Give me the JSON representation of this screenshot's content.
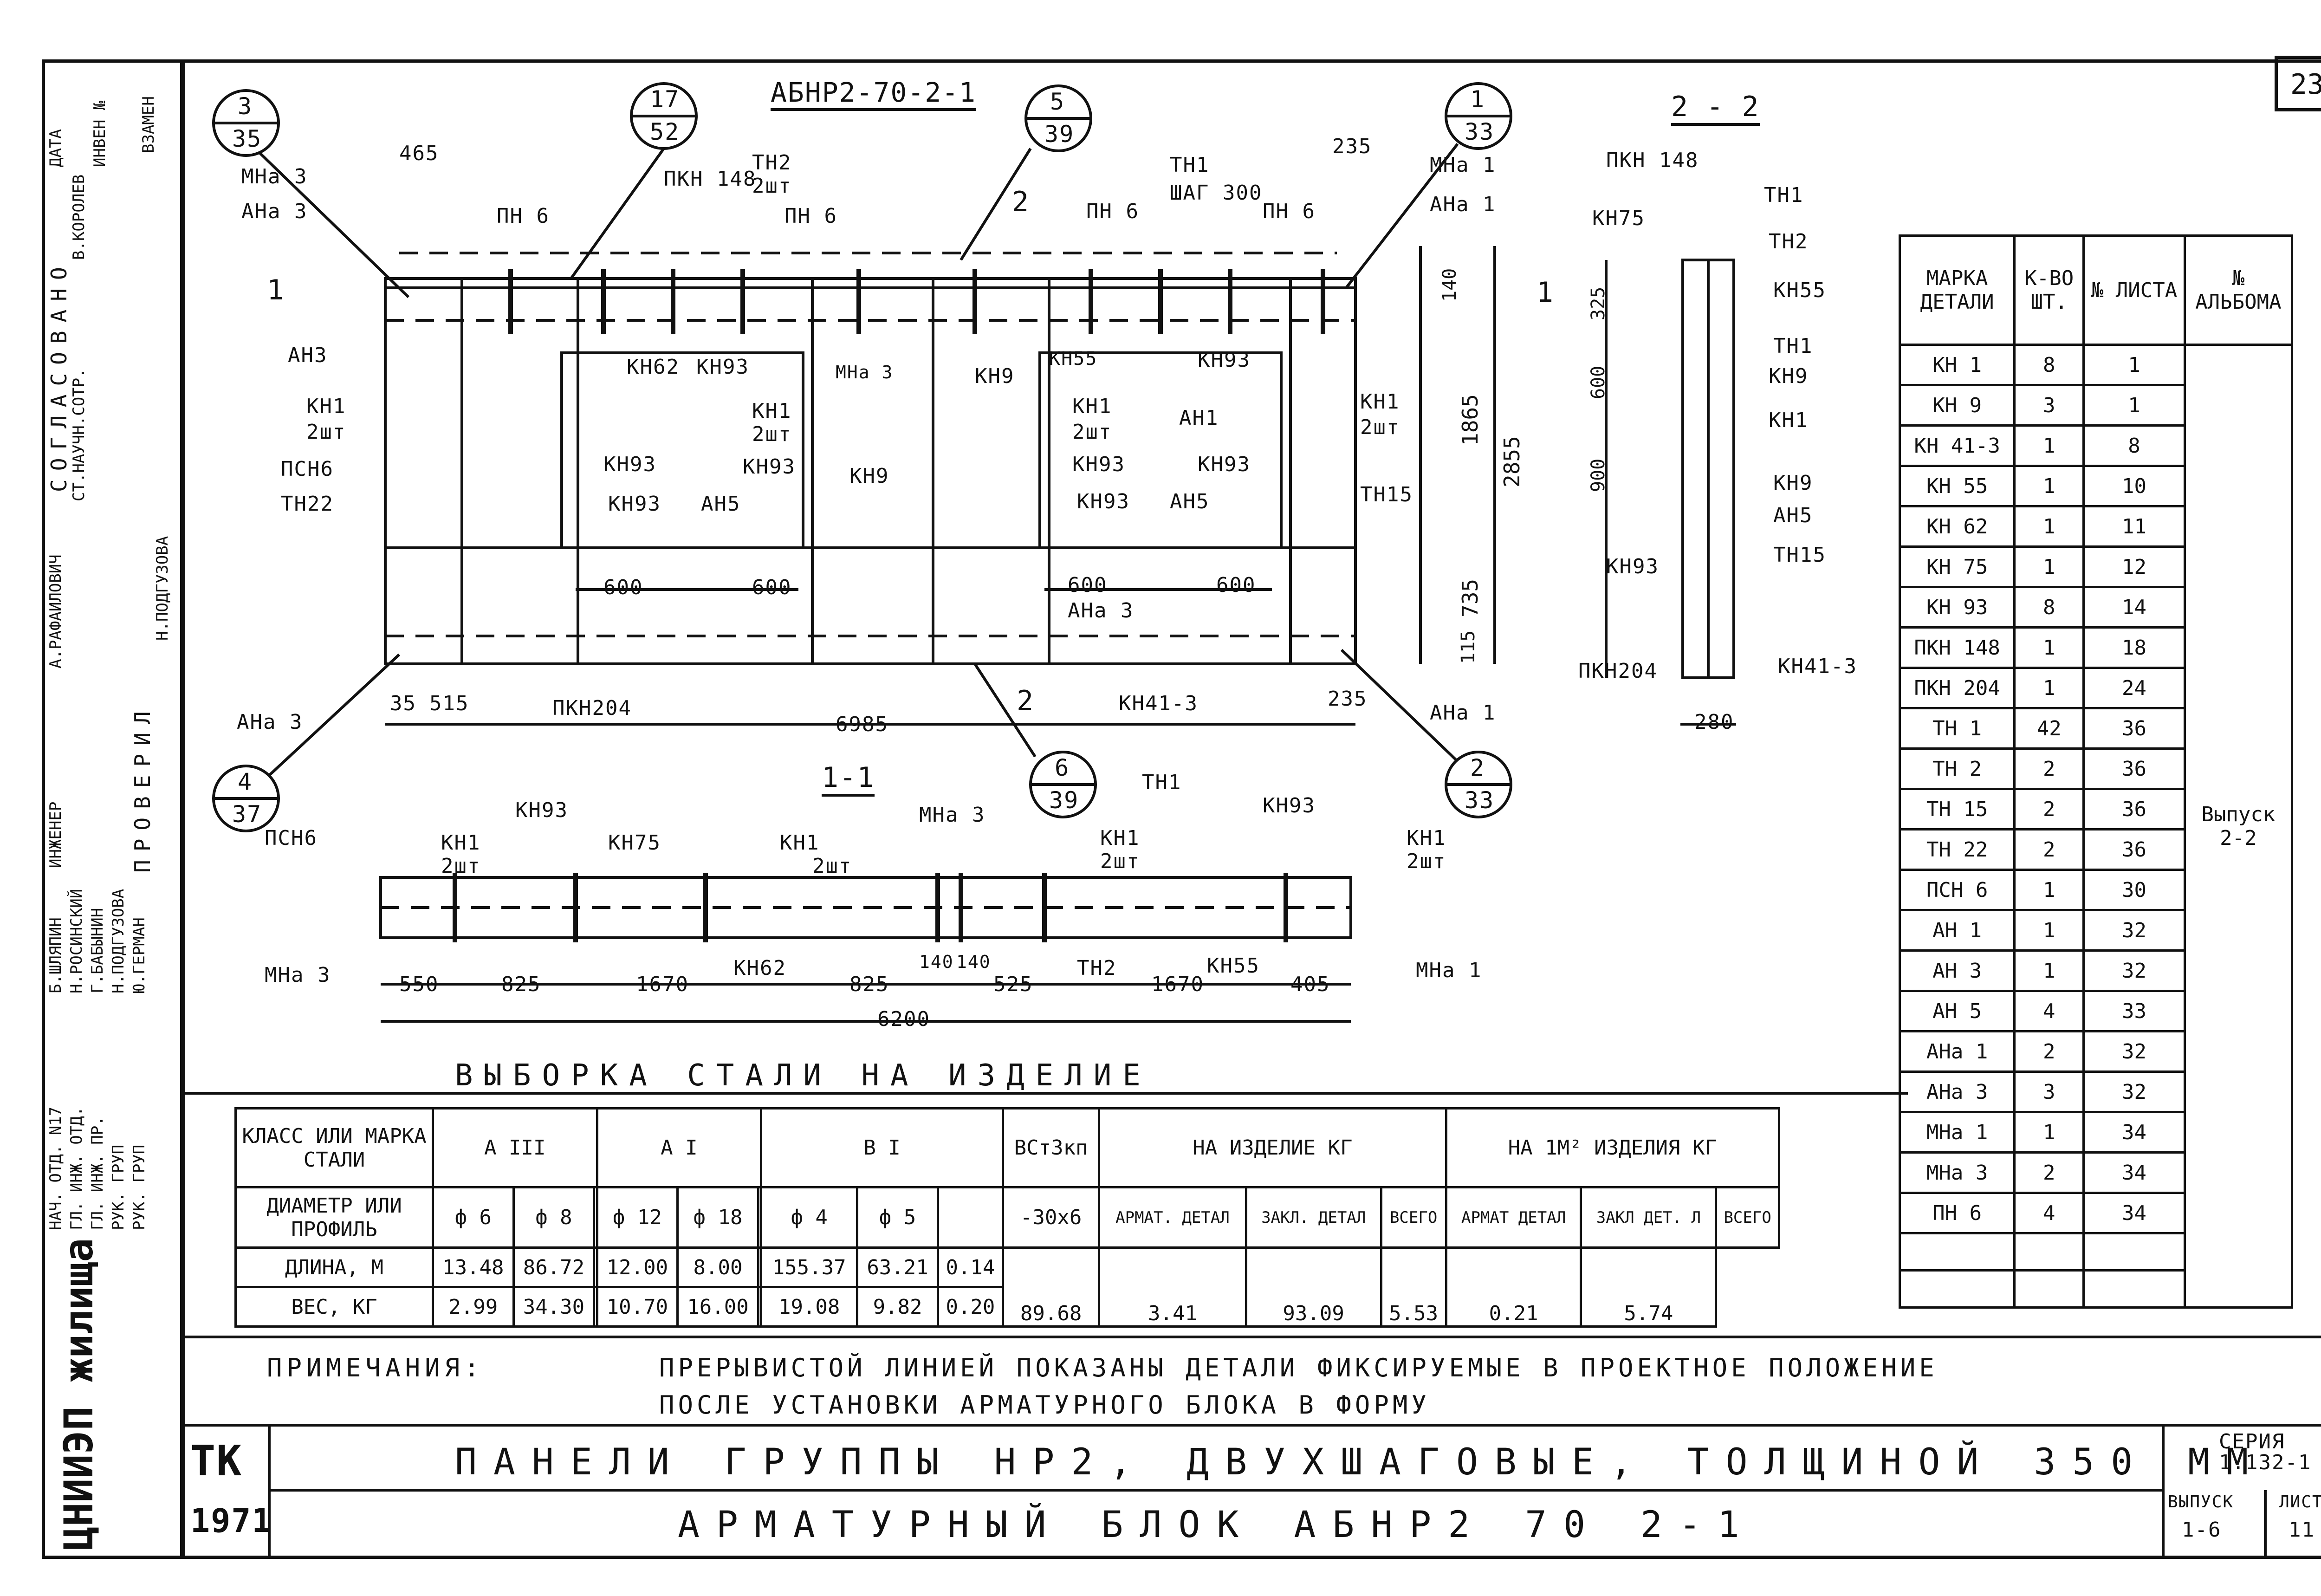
{
  "sheet_number": "23",
  "drawing_title": "АБНР2-70-2-1",
  "section_2_2": "2 - 2",
  "section_1_1": "1-1",
  "callouts": [
    {
      "top": "3",
      "bottom": "35"
    },
    {
      "top": "17",
      "bottom": "52"
    },
    {
      "top": "5",
      "bottom": "39"
    },
    {
      "top": "1",
      "bottom": "33"
    },
    {
      "top": "4",
      "bottom": "37"
    },
    {
      "top": "6",
      "bottom": "39"
    },
    {
      "top": "2",
      "bottom": "33"
    }
  ],
  "plan_labels": {
    "mna3": "МНа 3",
    "ana3": "АНа 3",
    "pn6": "ПН 6",
    "pkn148": "ПКН 148",
    "tn2": "ТН2",
    "tn2_qty": "2шт",
    "tn1": "ТН1",
    "tn1_step": "ШАГ 300",
    "mna1": "МНа 1",
    "ana1": "АНа 1",
    "an3": "АН3",
    "kn1": "КН1",
    "qty2": "2шт",
    "psn6": "ПСН6",
    "tn22": "ТН22",
    "kn62": "КН62",
    "kn93": "КН93",
    "kn9": "КН9",
    "kn55": "КН55",
    "an1": "АН1",
    "an5": "АН5",
    "tn15": "ТН15",
    "pkn204": "ПКН204",
    "kn413": "КН41-3",
    "cut1": "1",
    "cut2": "2"
  },
  "plan_dims": {
    "d465": "465",
    "d235": "235",
    "d140": "140",
    "d1865": "1865",
    "d2855": "2855",
    "d735": "735",
    "d115": "115",
    "d600": "600",
    "d35": "35",
    "d515": "515",
    "d6985": "6985"
  },
  "sec22_labels": {
    "pkn148": "ПКН 148",
    "kn75": "КН75",
    "tn1": "ТН1",
    "tn2": "ТН2",
    "kn55": "КН55",
    "kn9": "КН9",
    "kn1": "КН1",
    "an5": "АН5",
    "tn15": "ТН15",
    "kn93": "КН93",
    "pkn204": "ПКН204",
    "kn413": "КН41-3",
    "d325": "325",
    "d600": "600",
    "d900": "900",
    "d280": "280"
  },
  "sec11_labels": {
    "psn6": "ПСН6",
    "kn1": "КН1",
    "qty2": "2шт",
    "kn93": "КН93",
    "kn75": "КН75",
    "mna3": "МНа 3",
    "tn1": "ТН1",
    "kn62": "КН62",
    "tn2": "ТН2",
    "kn55": "КН55",
    "mna1": "МНа 1"
  },
  "sec11_dims": [
    "550",
    "825",
    "1670",
    "825",
    "140",
    "140",
    "525",
    "1670",
    "405"
  ],
  "sec11_total": "6200",
  "spec_table": {
    "headers": [
      "МАРКА ДЕТАЛИ",
      "К-ВО ШТ.",
      "№ ЛИСТА",
      "№ АЛЬБОМА"
    ],
    "rows": [
      [
        "КН 1",
        "8",
        "1"
      ],
      [
        "КН 9",
        "3",
        "1"
      ],
      [
        "КН 41-3",
        "1",
        "8"
      ],
      [
        "КН 55",
        "1",
        "10"
      ],
      [
        "КН 62",
        "1",
        "11"
      ],
      [
        "КН 75",
        "1",
        "12"
      ],
      [
        "КН 93",
        "8",
        "14"
      ],
      [
        "ПКН 148",
        "1",
        "18"
      ],
      [
        "ПКН 204",
        "1",
        "24"
      ],
      [
        "ТН 1",
        "42",
        "36"
      ],
      [
        "ТН 2",
        "2",
        "36"
      ],
      [
        "ТН 15",
        "2",
        "36"
      ],
      [
        "ТН 22",
        "2",
        "36"
      ],
      [
        "ПСН 6",
        "1",
        "30"
      ],
      [
        "АН 1",
        "1",
        "32"
      ],
      [
        "АН 3",
        "1",
        "32"
      ],
      [
        "АН 5",
        "4",
        "33"
      ],
      [
        "АНа 1",
        "2",
        "32"
      ],
      [
        "АНа 3",
        "3",
        "32"
      ],
      [
        "МНа 1",
        "1",
        "34"
      ],
      [
        "МНа 3",
        "2",
        "34"
      ],
      [
        "ПН 6",
        "4",
        "34"
      ]
    ],
    "album": "Выпуск 2-2"
  },
  "steel": {
    "title": "ВЫБОРКА СТАЛИ НА ИЗДЕЛИЕ",
    "h_class": "КЛАСС ИЛИ МАРКА СТАЛИ",
    "h_diam": "ДИАМЕТР ИЛИ ПРОФИЛЬ",
    "groups": [
      "А III",
      "А I",
      "В I",
      "ВСт3кп",
      "НА ИЗДЕЛИЕ КГ",
      "НА 1М² ИЗДЕЛИЯ КГ"
    ],
    "diams": [
      "ф 6",
      "ф 8",
      "ф 12",
      "ф 18",
      "ф 4",
      "ф 5",
      "-30х6"
    ],
    "sub_heads": [
      "АРМАТ. ДЕТАЛ",
      "ЗАКЛ. ДЕТАЛ",
      "ВСЕГО",
      "АРМАТ ДЕТАЛ",
      "ЗАКЛ ДЕТ. Л",
      "ВСЕГО"
    ],
    "row_len_label": "ДЛИНА, М",
    "row_len": [
      "13.48",
      "86.72",
      "",
      "12.00",
      "8.00",
      "",
      "155.37",
      "63.21",
      "0.14"
    ],
    "row_w_label": "ВЕС, КГ",
    "row_w": [
      "2.99",
      "34.30",
      "",
      "10.70",
      "16.00",
      "",
      "19.08",
      "9.82",
      "0.20"
    ],
    "totals": [
      "89.68",
      "3.41",
      "93.09",
      "5.53",
      "0.21",
      "5.74"
    ]
  },
  "notes": {
    "label": "ПРИМЕЧАНИЯ:",
    "line1": "ПРЕРЫВИСТОЙ ЛИНИЕЙ ПОКАЗАНЫ ДЕТАЛИ ФИКСИРУЕМЫЕ В ПРОЕКТНОЕ ПОЛОЖЕНИЕ",
    "line2": "ПОСЛЕ УСТАНОВКИ АРМАТУРНОГО БЛОКА В ФОРМУ"
  },
  "title_block": {
    "tk": "ТК",
    "year": "1971",
    "line1": "ПАНЕЛИ ГРУППЫ НР2, ДВУХШАГОВЫЕ, ТОЛЩИНОЙ 350 ММ",
    "line2": "АРМАТУРНЫЙ БЛОК АБНР2 70 2-1",
    "series_label": "СЕРИЯ",
    "series": "1.132-1",
    "issue_label": "ВЫПУСК",
    "issue": "1-6",
    "sheet_label": "ЛИСТ",
    "sheet": "11"
  },
  "stamp": {
    "org": "ЦНИИЭП жилища",
    "roles": [
      "НАЧ. ОТД. N17",
      "ГЛ. ИНЖ. ОТД.",
      "ГЛ. ИНЖ. ПР.",
      "РУК. ГРУП",
      "РУК. ГРУП"
    ],
    "names": [
      "Б.ШЛЯПИН",
      "Н.РОСИНСКИЙ",
      "Г.БАБЫНИН",
      "Н.ПОДГУЗОВА",
      "Ю.ГЕРМАН"
    ],
    "checked": "ПРОВЕРИЛ",
    "engineer": "ИНЖЕНЕР",
    "checker": "А.РАФАИЛОВИЧ",
    "checker2": "Н.ПОДГУЗОВА",
    "agreed": "СОГЛАСОВАНО",
    "agreed_role": "СТ.НАУЧН.СОТР.",
    "agreed_name": "В.КОРОЛЕВ",
    "inv": "ИНВЕН №",
    "date": "ДАТА",
    "replace": "ВЗАМЕН"
  }
}
